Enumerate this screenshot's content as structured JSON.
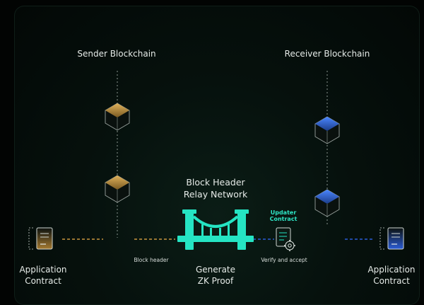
{
  "labels": {
    "sender_chain": "Sender Blockchain",
    "receiver_chain": "Receiver Blockchain",
    "relay_line1": "Block Header",
    "relay_line2": "Relay Network",
    "updater_line1": "Updater",
    "updater_line2": "Contract",
    "block_header_edge": "Block header",
    "verify_edge": "Verify and accept",
    "zk_line1": "Generate",
    "zk_line2": "ZK Proof",
    "app_left_line1": "Application",
    "app_left_line2": "Contract",
    "app_right_line1": "Application",
    "app_right_line2": "Contract"
  },
  "colors": {
    "gold": "#c9963f",
    "blue": "#2a5cd6",
    "teal": "#25e4c3",
    "text": "#e6ebe8"
  },
  "icons": [
    "cube-icon",
    "bridge-icon",
    "document-icon",
    "gear-icon"
  ]
}
